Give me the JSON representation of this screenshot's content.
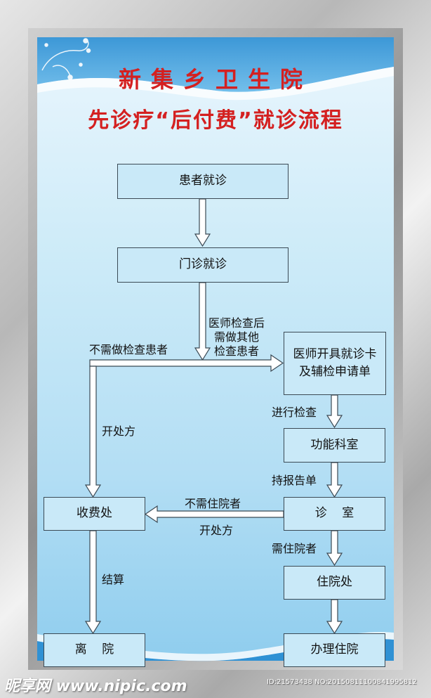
{
  "title": {
    "line1": "新集乡卫生院",
    "line2": "先诊疗“后付费”就诊流程"
  },
  "nodes": {
    "patient": "患者就诊",
    "outpatient": "门诊就诊",
    "doctor_card": "医师开具就诊卡\n及辅检申请单",
    "function_dept": "功能科室",
    "cashier": "收费处",
    "clinic": "诊    室",
    "inpatient_office": "住院处",
    "leave": "离    院",
    "admission": "办理住院"
  },
  "edges": {
    "other_exam": "医师检查后\n需做其他\n检查患者",
    "no_exam": "不需做检查患者",
    "prescribe_left": "开处方",
    "do_exam": "进行检查",
    "with_report": "持报告单",
    "no_hospitalize": "不需住院者",
    "prescribe_bottom": "开处方",
    "need_hospitalize": "需住院者",
    "settle": "结算"
  },
  "watermark": {
    "brand": "昵享网 www.nipic.com",
    "id_text": "ID:21573438 NO:20150811100841995812"
  },
  "colors": {
    "title": "#d42020",
    "box_fill": "#c9e9f8",
    "border": "#3b4a55"
  }
}
